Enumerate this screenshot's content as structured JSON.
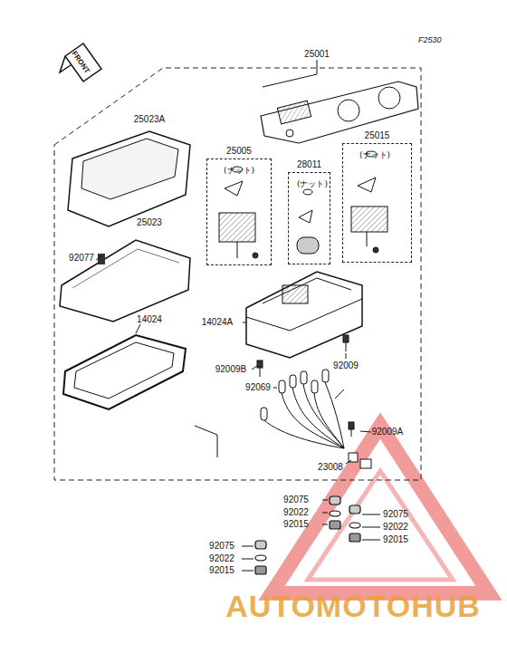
{
  "diagram": {
    "nodes": [
      {
        "text": [
          "25005",
          "(ナット)"
        ]
      },
      {
        "text": [
          "28011",
          "(ナット)"
        ]
      },
      {
        "text": [
          "25015",
          "(ナット)"
        ]
      }
    ],
    "labels": [
      "F2530",
      "FRONT",
      "25001",
      "25023A",
      "25023",
      "92077",
      "14024",
      "14024A",
      "92009B",
      "92009",
      "92069",
      "92009A",
      "23008",
      "92075",
      "92022",
      "92015",
      "92075",
      "92022",
      "92015",
      "92075",
      "92022",
      "92015",
      "AUTOMOTOHUB"
    ]
  }
}
